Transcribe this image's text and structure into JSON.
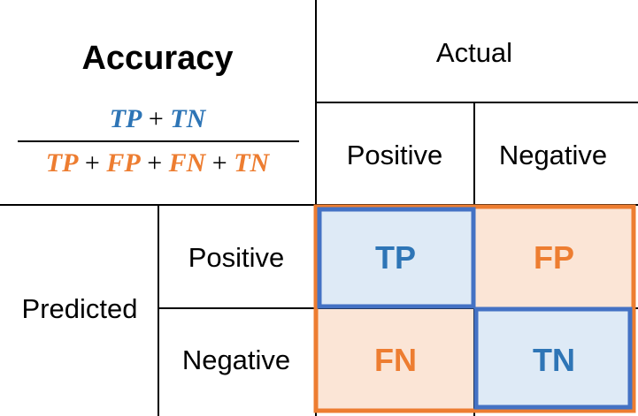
{
  "title": "Accuracy",
  "formula": {
    "numerator": [
      {
        "text": "TP",
        "kind": "positive"
      },
      {
        "text": "+",
        "kind": "op"
      },
      {
        "text": "TN",
        "kind": "positive"
      }
    ],
    "denominator": [
      {
        "text": "TP",
        "kind": "negative"
      },
      {
        "text": "+",
        "kind": "op"
      },
      {
        "text": "FP",
        "kind": "negative"
      },
      {
        "text": "+",
        "kind": "op"
      },
      {
        "text": "FN",
        "kind": "negative"
      },
      {
        "text": "+",
        "kind": "op"
      },
      {
        "text": "TN",
        "kind": "negative"
      }
    ]
  },
  "actual": {
    "header": "Actual",
    "positive": "Positive",
    "negative": "Negative"
  },
  "predicted": {
    "header": "Predicted",
    "positive": "Positive",
    "negative": "Negative"
  },
  "cells": {
    "tp": "TP",
    "fp": "FP",
    "fn": "FN",
    "tn": "TN"
  },
  "colors": {
    "blue_text": "#2e75b6",
    "blue_border": "#4472c4",
    "blue_fill": "#deeaf6",
    "orange_text": "#ed7d31",
    "orange_border": "#ed7d31",
    "orange_fill": "#fbe5d6",
    "line": "#000000"
  }
}
